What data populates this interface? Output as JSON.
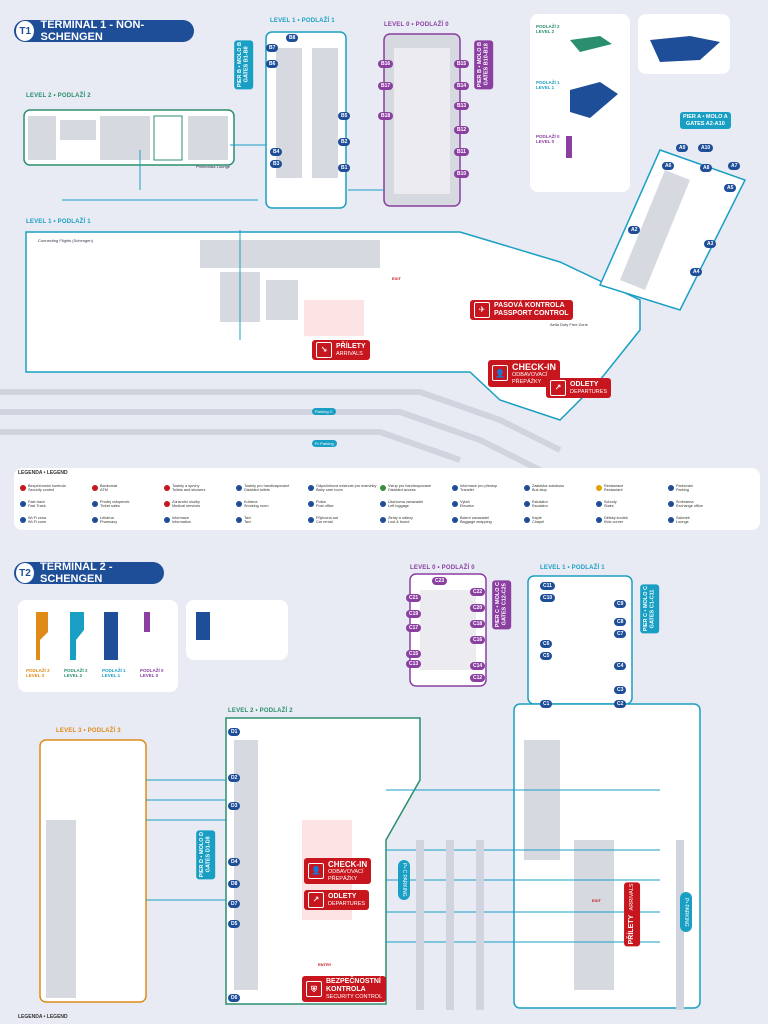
{
  "terminal1": {
    "tag": "T1",
    "title": "TERMINAL 1 - NON-SCHENGEN",
    "levels": {
      "level2": "LEVEL 2 • PODLAŽÍ 2",
      "level1_main": "LEVEL 1 • PODLAŽÍ 1",
      "level1_pierB": "LEVEL 1 • PODLAŽÍ 1",
      "level0_pierB": "LEVEL 0 • PODLAŽÍ 0"
    },
    "piers": {
      "pierB_level1": "PIER B • MOLO B\nGATES B1-B8",
      "pierB_level0": "PIER B • MOLO B\nGATES B10-B18",
      "pierA": "PIER A • MOLO A\nGATES A2-A10"
    },
    "gates_pierB_l1": [
      "B8",
      "B7",
      "B6",
      "B5",
      "B4",
      "B3",
      "B2",
      "B1"
    ],
    "gates_pierB_l0": [
      "B16",
      "B15",
      "B17",
      "B14",
      "B13",
      "B12",
      "B11",
      "B10",
      "B18"
    ],
    "gates_pierA": [
      "A9",
      "A10",
      "A6",
      "A8",
      "A7",
      "A5",
      "A4",
      "A3",
      "A2"
    ],
    "signs": {
      "passport": "PASOVÁ KONTROLA\nPASSPORT CONTROL",
      "checkin": "CHECK-IN",
      "checkin_sub": "ODBAVOVACÍ\nPŘEPÁŽKY",
      "departures": "ODLETY",
      "departures_sub": "DEPARTURES",
      "arrivals": "PŘÍLETY",
      "arrivals_sub": "ARRIVALS"
    },
    "misc_labels": {
      "connecting": "Connecting Flights (Schengen)",
      "duty_free": "Aelia Duty Free Zone",
      "exit": "EXIT",
      "lounge": "Primeclass Lounge",
      "parking_p1": "Parking C",
      "parking_p2": "P• Parking"
    },
    "insets": {
      "level2": "PODLAŽÍ 2\nLEVEL 2",
      "level1": "PODLAŽÍ 1\nLEVEL 1",
      "level0": "PODLAŽÍ 0\nLEVEL 0"
    }
  },
  "terminal2": {
    "tag": "T2",
    "title": "TERMINAL 2 - SCHENGEN",
    "levels": {
      "level3": "LEVEL 3 • PODLAŽÍ 3",
      "level2": "LEVEL 2 • PODLAŽÍ 2",
      "level0_pierC": "LEVEL 0 • PODLAŽÍ 0",
      "level1_pierC": "LEVEL 1 • PODLAŽÍ 1"
    },
    "piers": {
      "pierD": "PIER D • MOLO D\nGATES D1-D8",
      "pierC_l0": "PIER C • MOLO C\nGATES C12-C25",
      "pierC_l1": "PIER C • MOLO C\nGATES C1-C11"
    },
    "gates_pierD": [
      "D1",
      "D2",
      "D3",
      "D4",
      "D5",
      "D6",
      "D7",
      "D8"
    ],
    "gates_pierC_l0": [
      "C23",
      "C21",
      "C22",
      "C19",
      "C20",
      "C18",
      "C17",
      "C16",
      "C15",
      "C14",
      "C13",
      "C12"
    ],
    "gates_pierC_l1": [
      "C11",
      "C10",
      "C9",
      "C8",
      "C7",
      "C6",
      "C5",
      "C4",
      "C3",
      "C2",
      "C1"
    ],
    "signs": {
      "checkin": "CHECK-IN",
      "checkin_sub": "ODBAVOVACÍ\nPŘEPÁŽKY",
      "departures": "ODLETY",
      "departures_sub": "DEPARTURES",
      "security": "BEZPEČNOSTNÍ\nKONTROLA",
      "security_sub": "SECURITY CONTROL",
      "arrivals": "PŘÍLETY",
      "arrivals_sub": "ARRIVALS"
    },
    "insets": {
      "level3": "PODLAŽÍ 3\nLEVEL 3",
      "level2": "PODLAŽÍ 2\nLEVEL 2",
      "level1": "PODLAŽÍ 1\nLEVEL 1",
      "level0": "PODLAŽÍ 0\nLEVEL 0"
    },
    "misc_labels": {
      "entry": "ENTRY",
      "exit": "EXIT",
      "parking": "P• C PARKING",
      "parking2": "P• PARKING"
    }
  },
  "legend": {
    "title": "LEGENDA • LEGEND",
    "items": [
      "Bezpečnostní kontrola\nSecurity control",
      "Bankomat\nATM",
      "Toalety a sprchy\nToilets and showers",
      "Toalety pro handicapované\nDisabled toilets",
      "Odpočinková místnost pro maminky\nBaby care room",
      "Vstup pro handicapované\nDisabled access",
      "Informace pro přestup\nTransfer",
      "Zastávka autobusu\nBus stop",
      "Restaurace\nRestaurant",
      "Parkování\nParking",
      "Fast-track\nFast Track",
      "Prodej vstupenek\nTicket sales",
      "Zdravotní služby\nMedical services",
      "Kuřárna\nSmoking room",
      "Pošta\nPost office",
      "Úschovna zavazadel\nLeft luggage",
      "Výtah\nElevator",
      "Eskalátor\nEscalator",
      "Schody\nStairs",
      "Směnárna\nExchange office",
      "Wi-Fi zóna\nWi-Fi zone",
      "Lékárna\nPharmacy",
      "Informace\nInformation",
      "Taxi\nTaxi",
      "Půjčovna aut\nCar rental",
      "Ztráty a nálezy\nLost & found",
      "Balení zavazadel\nBaggage wrapping",
      "Kaple\nChapel",
      "Dětský koutek\nKids corner",
      "Salónek\nLounge"
    ],
    "t2_legend_title": "LEGENDA • LEGEND"
  },
  "colors": {
    "navy": "#1f4e99",
    "cyan": "#1a9fc4",
    "purple": "#8a3fa1",
    "red": "#c7161d",
    "orange": "#e08a18",
    "green": "#2a8f6f",
    "floor": "#e8ebf3",
    "building": "#ffffff",
    "block": "#d6d9df"
  }
}
